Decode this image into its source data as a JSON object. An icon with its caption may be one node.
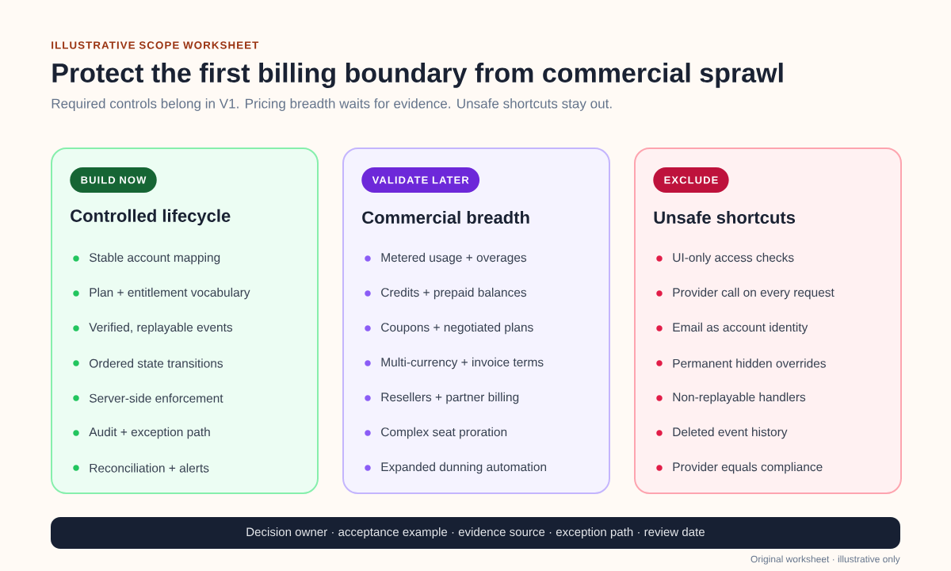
{
  "diagram": {
    "title": "Protect the first billing boundary from commercial sprawl",
    "nodes": [
      {
        "text": [
          "Controlled lifecycle",
          "Stable account mapping",
          "Plan + entitlement vocabulary",
          "Verified, replayable events",
          "Ordered state transitions",
          "Server-side enforcement",
          "Audit + exception path",
          "Reconciliation + alerts"
        ]
      },
      {
        "text": [
          "BUILD NOW"
        ],
        "in": 0
      },
      {
        "text": [
          "Commercial breadth",
          "Metered usage + overages",
          "Credits + prepaid balances",
          "Coupons + negotiated plans",
          "Multi-currency + invoice terms",
          "Resellers + partner billing",
          "Complex seat proration",
          "Expanded dunning automation"
        ]
      },
      {
        "text": [
          "VALIDATE LATER"
        ],
        "in": 2
      },
      {
        "text": [
          "Unsafe shortcuts",
          "UI-only access checks",
          "Provider call on every request",
          "Email as account identity",
          "Permanent hidden overrides",
          "Non-replayable handlers",
          "Deleted event history",
          "Provider equals compliance"
        ]
      },
      {
        "text": [
          "EXCLUDE"
        ],
        "in": 4
      },
      {
        "text": [
          "Decision owner · acceptance example · evidence source · exception path · review date"
        ]
      }
    ],
    "labels": [
      "ILLUSTRATIVE SCOPE WORKSHEET",
      "Required controls belong in V1. Pricing breadth waits for evidence. Unsafe shortcuts stay out.",
      "Original worksheet · illustrative only"
    ]
  }
}
